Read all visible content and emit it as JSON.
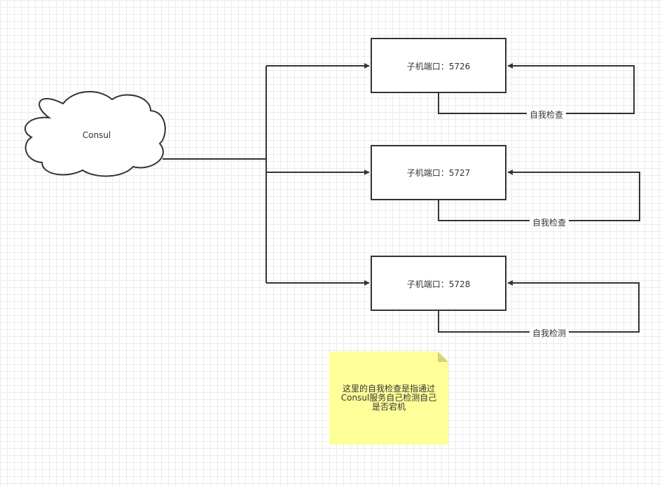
{
  "cloud": {
    "label": "Consul"
  },
  "nodes": [
    {
      "label": "子机端口：5726",
      "loop_label": "自我检查"
    },
    {
      "label": "子机端口：5727",
      "loop_label": "自我检查"
    },
    {
      "label": "子机端口：5728",
      "loop_label": "自我检测"
    }
  ],
  "note": {
    "text": "这里的自我检查是指通过\nConsul服务自己检测自己\n是否宕机"
  }
}
